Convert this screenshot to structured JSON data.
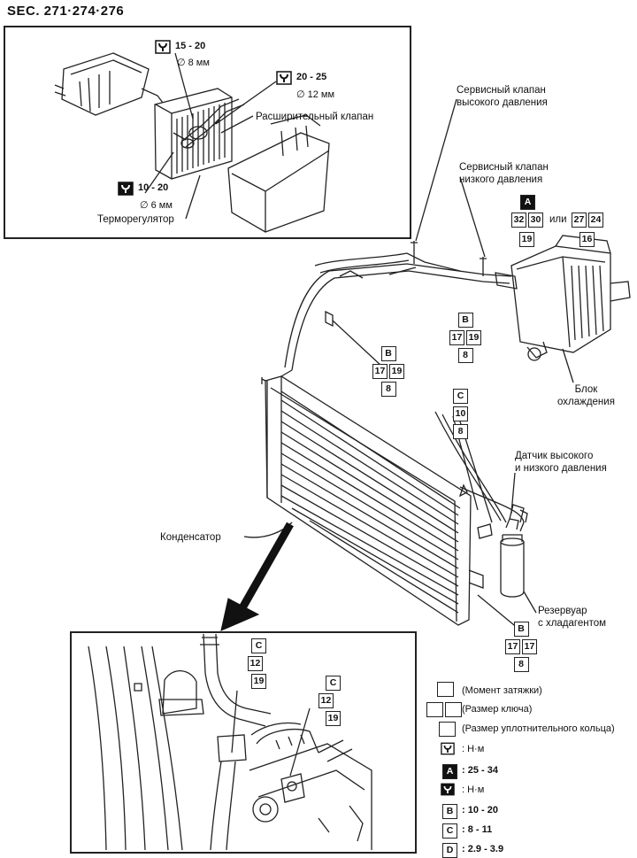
{
  "header": {
    "section": "SEC. 271·274·276"
  },
  "inset_top": {
    "torque1": "15 - 20",
    "ring1": "∅ 8 мм",
    "torque2": "20 - 25",
    "ring2": "∅ 12 мм",
    "expansion_valve": "Расширительный клапан",
    "torque3": "10 - 20",
    "ring3": "∅ 6 мм",
    "thermostat": "Терморегулятор"
  },
  "labels": {
    "hp_service_valve": [
      "Сервисный клапан",
      "высокого давления"
    ],
    "lp_service_valve": [
      "Сервисный клапан",
      "низкого давления"
    ],
    "cooling_unit": [
      "Блок",
      "охлаждения"
    ],
    "pressure_sensor": [
      "Датчик высокого",
      "и низкого давления"
    ],
    "condenser": "Конденсатор",
    "receiver": [
      "Резервуар",
      "с хладагентом"
    ],
    "or_text": "или"
  },
  "codes": {
    "cooler_group": {
      "letter": "A",
      "pair1": [
        "32",
        "30"
      ],
      "ring1": "19",
      "pair2": [
        "27",
        "24"
      ],
      "ring2": "16"
    },
    "right_b": {
      "letter": "B",
      "pair": [
        "17",
        "19"
      ],
      "ring": "8"
    },
    "mid_b": {
      "letter": "B",
      "pair": [
        "17",
        "19"
      ],
      "ring": "8"
    },
    "receiver_c": {
      "letter": "C",
      "wrench": "10",
      "ring": "8"
    },
    "condenser_b": {
      "letter": "B",
      "pair": [
        "17",
        "17"
      ],
      "ring": "8"
    },
    "detail_c1": {
      "letter": "C",
      "wrench": "12",
      "ring": "19"
    },
    "detail_c2": {
      "letter": "C",
      "wrench": "12",
      "ring": "19"
    }
  },
  "legend": {
    "torque": "(Момент затяжки)",
    "wrench": "(Размер ключа)",
    "oring": "(Размер уплотнительного кольца)",
    "unit1": ": Н·м",
    "a_value": ": 25 - 34",
    "unit2": ": Н·м",
    "b_value": ": 10 - 20",
    "c_value": ": 8 - 11",
    "d_value": ": 2.9 - 3.9",
    "letters": [
      "A",
      "B",
      "C",
      "D"
    ]
  }
}
